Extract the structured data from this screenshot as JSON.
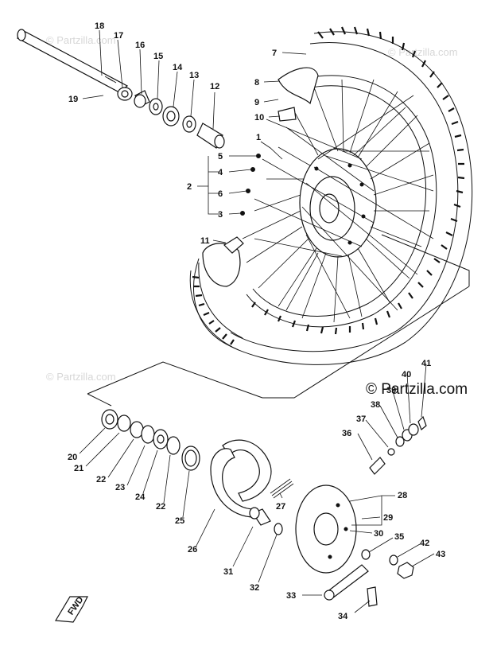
{
  "watermarks": {
    "top": "© Partzilla.com",
    "top_right": "© Partzilla.com",
    "mid_left": "© Partzilla.com",
    "mid_right": "© Partzilla.com"
  },
  "arrow_label": "FWD",
  "callouts": {
    "c1": "1",
    "c2": "2",
    "c3": "3",
    "c4": "4",
    "c5": "5",
    "c6": "6",
    "c7": "7",
    "c8": "8",
    "c9": "9",
    "c10": "10",
    "c11": "11",
    "c12": "12",
    "c13": "13",
    "c14": "14",
    "c15": "15",
    "c16": "16",
    "c17": "17",
    "c18": "18",
    "c19": "19",
    "c20": "20",
    "c21": "21",
    "c22a": "22",
    "c22b": "22",
    "c23": "23",
    "c24": "24",
    "c25": "25",
    "c26": "26",
    "c27": "27",
    "c28": "28",
    "c29": "29",
    "c30": "30",
    "c31": "31",
    "c32": "32",
    "c33": "33",
    "c34": "34",
    "c35": "35",
    "c36": "36",
    "c37": "37",
    "c38": "38",
    "c39": "39",
    "c40": "40",
    "c41": "41",
    "c42": "42",
    "c43": "43"
  }
}
